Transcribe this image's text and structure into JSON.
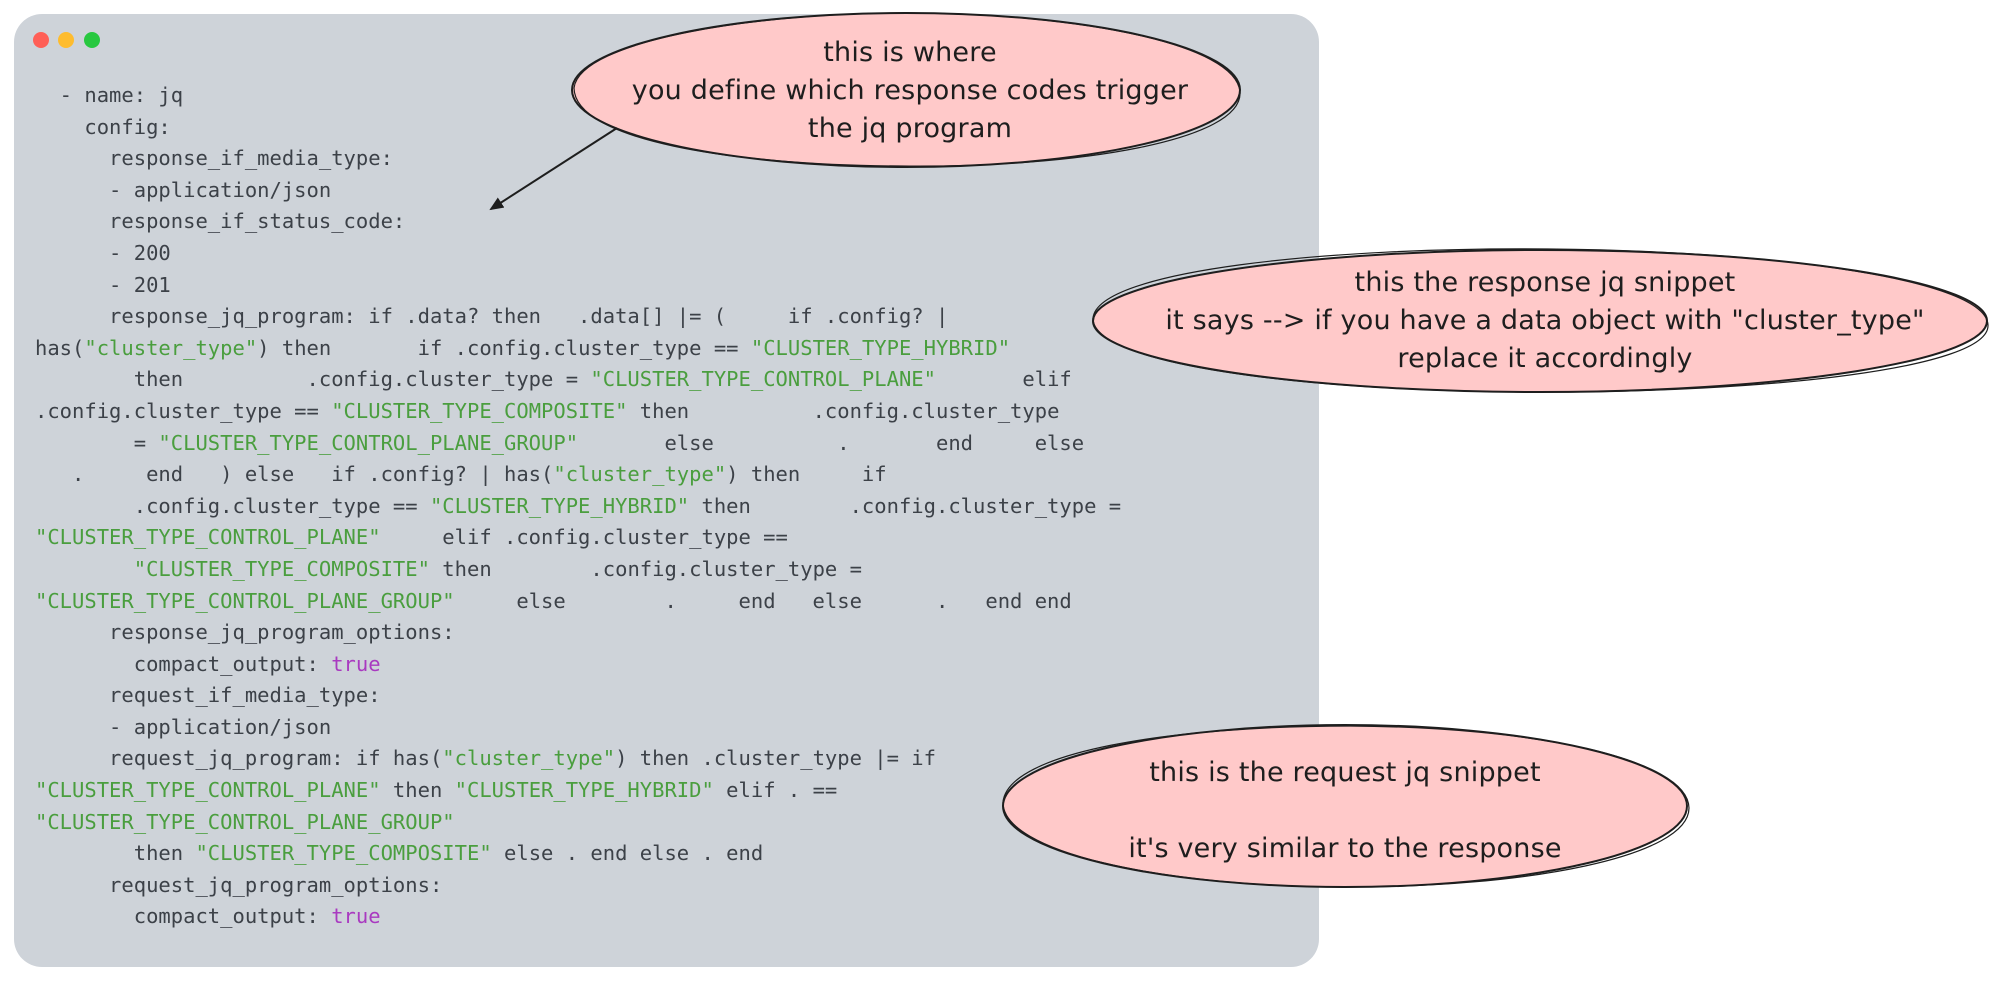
{
  "window": {
    "background": "#ced3d9",
    "traffic_lights": [
      {
        "name": "close",
        "color": "#ff5f57"
      },
      {
        "name": "minimize",
        "color": "#febc2e"
      },
      {
        "name": "maximize",
        "color": "#28c840"
      }
    ]
  },
  "colors": {
    "code_text": "#3c4148",
    "string": "#4a9e3e",
    "boolean": "#a93ac0",
    "callout_fill": "#ffc9c9",
    "callout_stroke": "#1e1e1e"
  },
  "code_lines": [
    [
      {
        "t": "  - name: jq",
        "k": "plain"
      }
    ],
    [
      {
        "t": "    config:",
        "k": "plain"
      }
    ],
    [
      {
        "t": "      response_if_media_type:",
        "k": "plain"
      }
    ],
    [
      {
        "t": "      - application/json",
        "k": "plain"
      }
    ],
    [
      {
        "t": "      response_if_status_code:",
        "k": "plain"
      }
    ],
    [
      {
        "t": "      - 200",
        "k": "plain"
      }
    ],
    [
      {
        "t": "      - 201",
        "k": "plain"
      }
    ],
    [
      {
        "t": "      response_jq_program: if .data? then   .data[] |= (     if .config? |",
        "k": "plain"
      }
    ],
    [
      {
        "t": "has(",
        "k": "plain"
      },
      {
        "t": "\"cluster_type\"",
        "k": "string"
      },
      {
        "t": ") then       if .config.cluster_type == ",
        "k": "plain"
      },
      {
        "t": "\"CLUSTER_TYPE_HYBRID\"",
        "k": "string"
      }
    ],
    [
      {
        "t": "        then          .config.cluster_type = ",
        "k": "plain"
      },
      {
        "t": "\"CLUSTER_TYPE_CONTROL_PLANE\"",
        "k": "string"
      },
      {
        "t": "       elif",
        "k": "plain"
      }
    ],
    [
      {
        "t": ".config.cluster_type == ",
        "k": "plain"
      },
      {
        "t": "\"CLUSTER_TYPE_COMPOSITE\"",
        "k": "string"
      },
      {
        "t": " then          .config.cluster_type",
        "k": "plain"
      }
    ],
    [
      {
        "t": "        = ",
        "k": "plain"
      },
      {
        "t": "\"CLUSTER_TYPE_CONTROL_PLANE_GROUP\"",
        "k": "string"
      },
      {
        "t": "       else          .       end     else",
        "k": "plain"
      }
    ],
    [
      {
        "t": "   .     end   ) else   if .config? | has(",
        "k": "plain"
      },
      {
        "t": "\"cluster_type\"",
        "k": "string"
      },
      {
        "t": ") then     if",
        "k": "plain"
      }
    ],
    [
      {
        "t": "        .config.cluster_type == ",
        "k": "plain"
      },
      {
        "t": "\"CLUSTER_TYPE_HYBRID\"",
        "k": "string"
      },
      {
        "t": " then        .config.cluster_type =",
        "k": "plain"
      }
    ],
    [
      {
        "t": "\"CLUSTER_TYPE_CONTROL_PLANE\"",
        "k": "string"
      },
      {
        "t": "     elif .config.cluster_type ==",
        "k": "plain"
      }
    ],
    [
      {
        "t": "        ",
        "k": "plain"
      },
      {
        "t": "\"CLUSTER_TYPE_COMPOSITE\"",
        "k": "string"
      },
      {
        "t": " then        .config.cluster_type =",
        "k": "plain"
      }
    ],
    [
      {
        "t": "\"CLUSTER_TYPE_CONTROL_PLANE_GROUP\"",
        "k": "string"
      },
      {
        "t": "     else        .     end   else      .   end end",
        "k": "plain"
      }
    ],
    [
      {
        "t": "      response_jq_program_options:",
        "k": "plain"
      }
    ],
    [
      {
        "t": "        compact_output: ",
        "k": "plain"
      },
      {
        "t": "true",
        "k": "bool"
      }
    ],
    [
      {
        "t": "      request_if_media_type:",
        "k": "plain"
      }
    ],
    [
      {
        "t": "      - application/json",
        "k": "plain"
      }
    ],
    [
      {
        "t": "      request_jq_program: if has(",
        "k": "plain"
      },
      {
        "t": "\"cluster_type\"",
        "k": "string"
      },
      {
        "t": ") then .cluster_type |= if",
        "k": "plain"
      }
    ],
    [
      {
        "t": "\"CLUSTER_TYPE_CONTROL_PLANE\"",
        "k": "string"
      },
      {
        "t": " then ",
        "k": "plain"
      },
      {
        "t": "\"CLUSTER_TYPE_HYBRID\"",
        "k": "string"
      },
      {
        "t": " elif . ==",
        "k": "plain"
      }
    ],
    [
      {
        "t": "\"CLUSTER_TYPE_CONTROL_PLANE_GROUP\"",
        "k": "string"
      }
    ],
    [
      {
        "t": "        then ",
        "k": "plain"
      },
      {
        "t": "\"CLUSTER_TYPE_COMPOSITE\"",
        "k": "string"
      },
      {
        "t": " else . end else . end",
        "k": "plain"
      }
    ],
    [
      {
        "t": "      request_jq_program_options:",
        "k": "plain"
      }
    ],
    [
      {
        "t": "        compact_output: ",
        "k": "plain"
      },
      {
        "t": "true",
        "k": "bool"
      }
    ]
  ],
  "callouts": [
    {
      "id": "status-codes",
      "text": "this is where\nyou define which response codes trigger\nthe jq program"
    },
    {
      "id": "response-jq",
      "text": "this the response jq snippet\nit says --> if you have a data object with \"cluster_type\"\nreplace it accordingly"
    },
    {
      "id": "request-jq",
      "text": "this is the request jq snippet\n\nit's very similar to the response"
    }
  ]
}
